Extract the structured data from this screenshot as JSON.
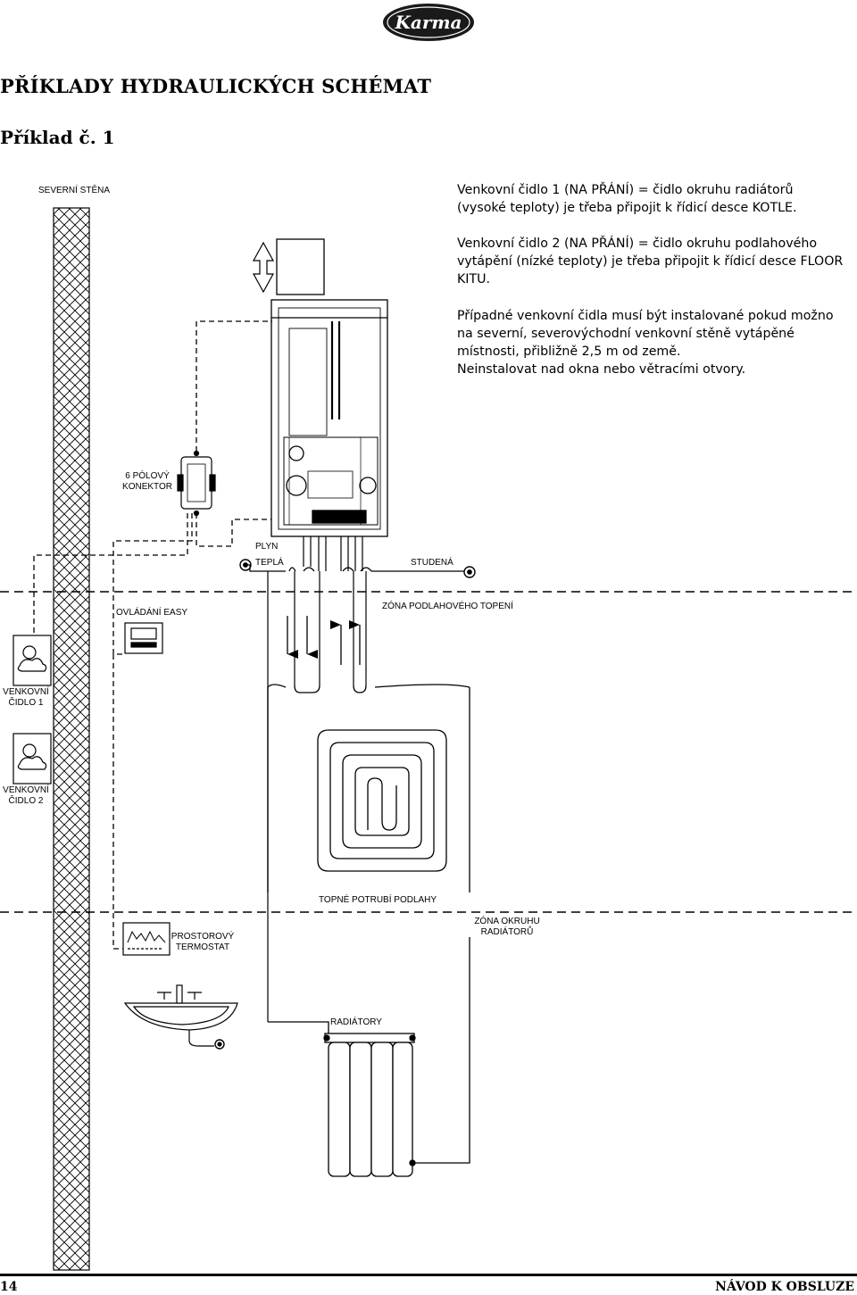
{
  "header": {
    "brand_logo": "Karma"
  },
  "heading": "PŘÍKLADY HYDRAULICKÝCH SCHÉMAT",
  "subheading": "Příklad č. 1",
  "paragraphs": [
    [
      "Venkovní čidlo 1 (NA PŘÁNÍ) = čidlo okruhu radiátorů",
      "(vysoké teploty) je třeba připojit k řídicí desce KOTLE."
    ],
    [
      "Venkovní čidlo 2 (NA PŘÁNÍ) = čidlo okruhu podlahového",
      "vytápění (nízké teploty) je třeba připojit k řídicí desce FLOOR",
      "KITU."
    ],
    [
      "Případné venkovní čidla musí být instalované pokud možno",
      "na severní, severovýchodní venkovní stěně vytápěné",
      "místnosti, přibližně 2,5 m od země.",
      "Neinstalovat nad okna nebo větracími otvory."
    ]
  ],
  "labels": {
    "north_wall": "SEVERNÍ STĚNA",
    "connector": [
      "6 PÓLOVÝ",
      "KONEKTOR"
    ],
    "gas": "PLYN",
    "hot": "TEPLÁ",
    "cold": "STUDENÁ",
    "easy_control": "OVLÁDÁNÍ EASY",
    "floor_zone": "ZÓNA PODLAHOVÉHO TOPENÍ",
    "sensor1": [
      "VENKOVNÍ",
      "ČIDLO 1"
    ],
    "sensor2": [
      "VENKOVNÍ",
      "ČIDLO 2"
    ],
    "floor_pipes": "TOPNÉ POTRUBÍ PODLAHY",
    "radiator_zone": [
      "ZÓNA OKRUHU",
      "RADIÁTORŮ"
    ],
    "room_thermostat": [
      "PROSTOROVÝ",
      "TERMOSTAT"
    ],
    "radiators": "RADIÁTORY"
  },
  "footer": {
    "page_number": "14",
    "title": "NÁVOD K OBSLUZE"
  }
}
